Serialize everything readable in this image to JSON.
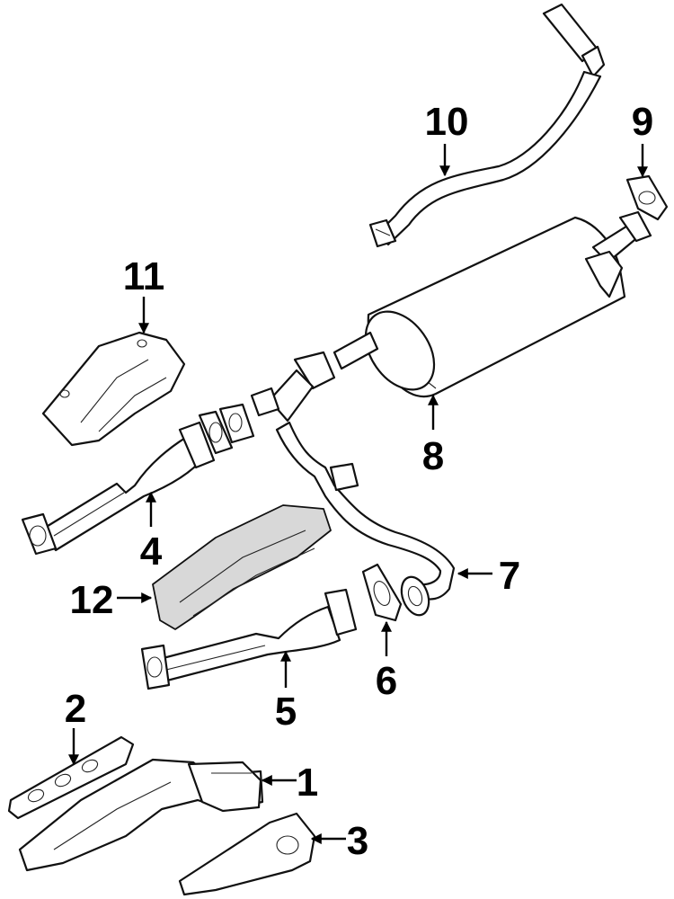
{
  "callouts": [
    {
      "id": "1",
      "label": "1"
    },
    {
      "id": "2",
      "label": "2"
    },
    {
      "id": "3",
      "label": "3"
    },
    {
      "id": "4",
      "label": "4"
    },
    {
      "id": "5",
      "label": "5"
    },
    {
      "id": "6",
      "label": "6"
    },
    {
      "id": "7",
      "label": "7"
    },
    {
      "id": "8",
      "label": "8"
    },
    {
      "id": "9",
      "label": "9"
    },
    {
      "id": "10",
      "label": "10"
    },
    {
      "id": "11",
      "label": "11"
    },
    {
      "id": "12",
      "label": "12"
    }
  ],
  "colors": {
    "line": "#111111",
    "background": "#ffffff",
    "shade": "#d8d8d8"
  }
}
